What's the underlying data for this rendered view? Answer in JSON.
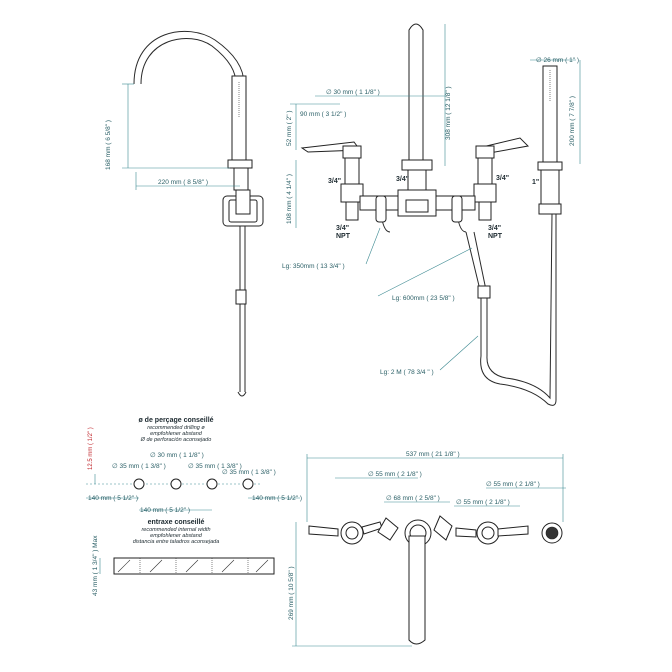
{
  "dimensions": {
    "spout_height": "168 mm  ( 6 5/8\" )",
    "spout_reach": "220 mm  ( 8 5/8\" )",
    "handle_width": "90 mm  ( 3 1/2\" )",
    "handle_height": "52 mm  ( 2\" )",
    "valve_body": "108 mm  ( 4 1/4\" )",
    "spout_diameter": "∅  30 mm  ( 1 1/8\" )",
    "spout_tall": "308 mm  ( 12 1/8\" )",
    "shower_diameter": "∅  26 mm  ( 1\" )",
    "shower_length": "200 mm  ( 7 7/8\" )",
    "conn_valve_left": "3/4\"",
    "conn_center": "3/4\"",
    "conn_valve_right": "3/4\"",
    "conn_shower": "1\"",
    "npt_left": "3/4\"\nNPT",
    "npt_right": "3/4\"\nNPT",
    "hose_350": "Lg: 350mm  ( 13 3/4\" )",
    "hose_600": "Lg: 600mm  ( 23 5/8\" )",
    "hose_2m": "Lg: 2 M  ( 78 3/4 \" )",
    "total_width": "537 mm  ( 21 1/8\" )",
    "valve_spacing_a": "∅  55 mm  ( 2 1/8\" )",
    "valve_spacing_b": "∅  55 mm  ( 2 1/8\" )",
    "spout_base": "∅  68 mm  ( 2 5/8\" )",
    "handle_base": "∅  55 mm  ( 2 1/8\" )",
    "top_depth": "269 mm  ( 10 5/8\" )",
    "drill_30": "∅  30 mm  ( 1 1/8\" )",
    "drill_35a": "∅  35 mm  ( 1 3/8\" )",
    "drill_35b": "∅  35 mm  ( 1 3/8\" )",
    "drill_35c": "∅  35 mm  ( 1 3/8\" )",
    "drill_offset": "12.5 mm  ( 1/2\" )",
    "spacing_140a": "140 mm  ( 5 1/2\" )",
    "spacing_140b": "140 mm  ( 5 1/2\" )",
    "spacing_140c": "140 mm  ( 5 1/2\" )",
    "deck_max": "43 mm  ( 1 3/4\" ) Max"
  },
  "captions": {
    "drilling_title": "ø de perçage conseillé",
    "drilling_en": "recommended drilling ø",
    "drilling_de": "empfohlener abstand",
    "drilling_es": "Ø de perforación aconsejado",
    "spacing_title": "entraxe conseillé",
    "spacing_en": "recommended internal width",
    "spacing_de": "empfohlener abstand",
    "spacing_es": "distancia entre taladros aconsejada"
  }
}
